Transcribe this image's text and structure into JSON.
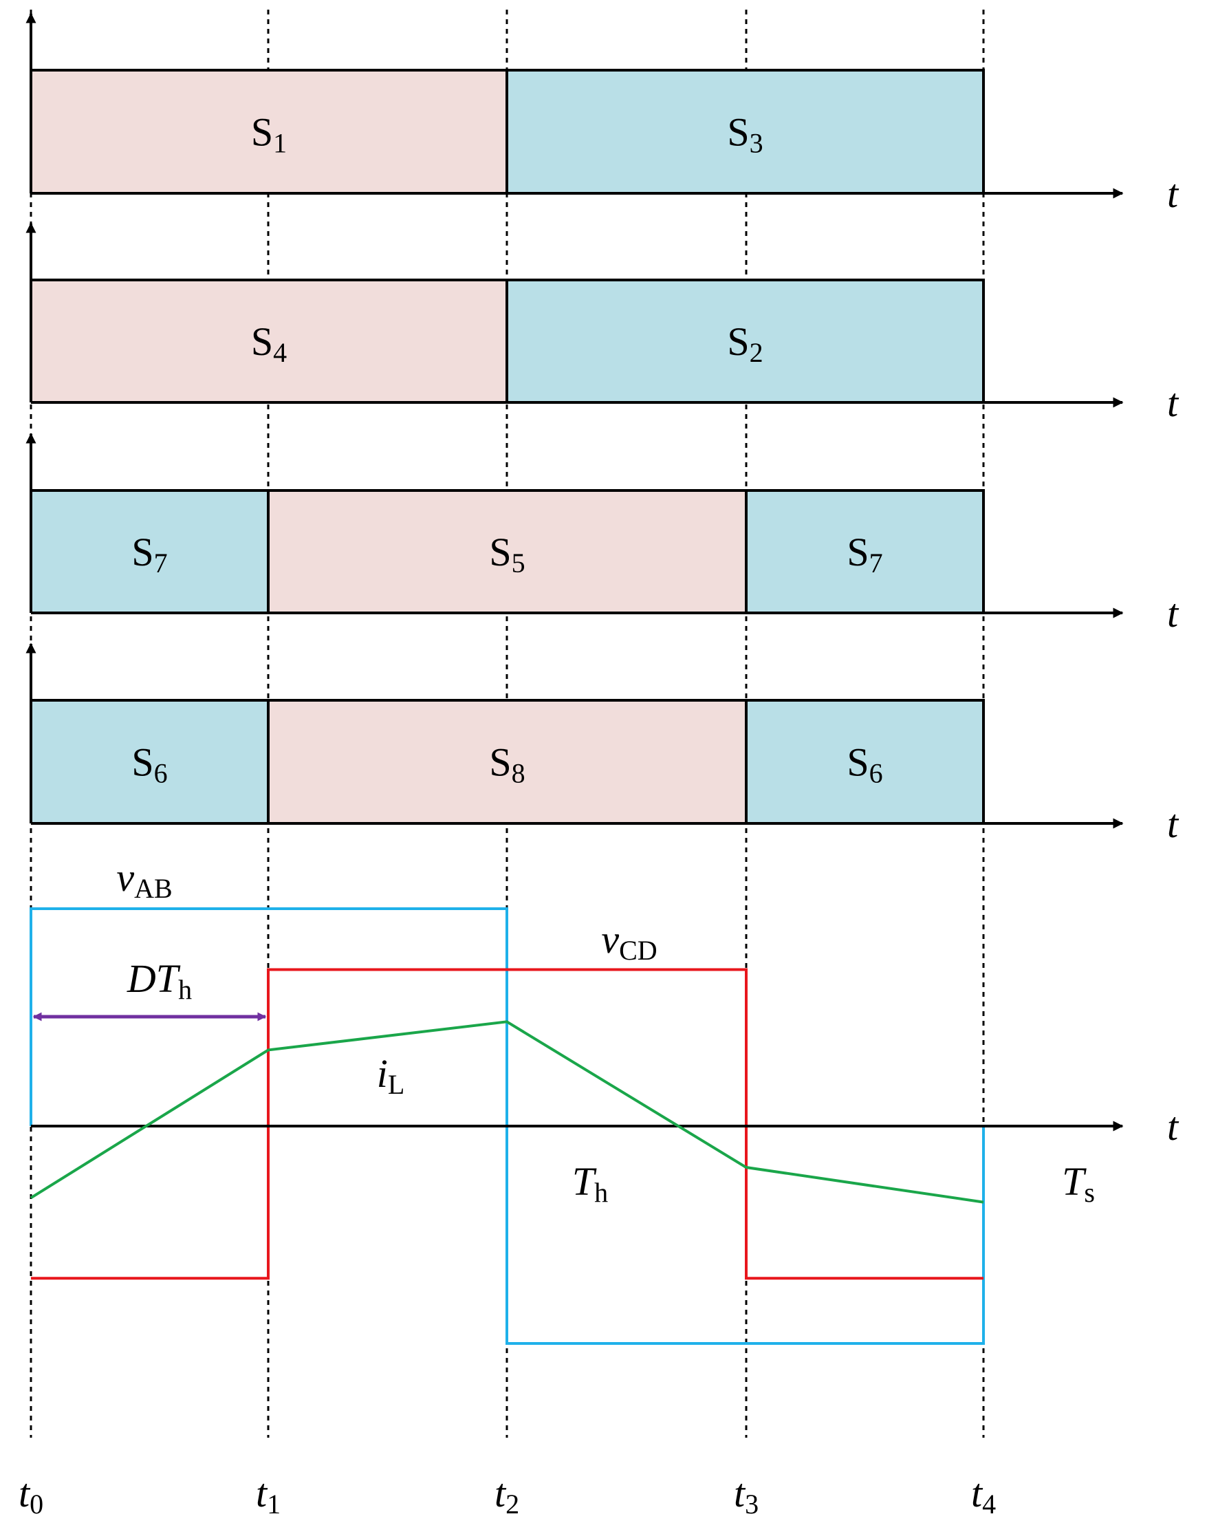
{
  "colors": {
    "pink_segment": "#f1dddb",
    "blue_segment": "#b9dfe7",
    "v_ab": "#1fb1ea",
    "v_cd": "#e8171d",
    "i_l": "#1aa64a",
    "dt_arrow": "#7030a0"
  },
  "time_axis_label": "t",
  "time_instants": [
    {
      "name": "t",
      "sub": "0"
    },
    {
      "name": "t",
      "sub": "1"
    },
    {
      "name": "t",
      "sub": "2"
    },
    {
      "name": "t",
      "sub": "3"
    },
    {
      "name": "t",
      "sub": "4"
    }
  ],
  "switch_rows": [
    {
      "segments": [
        {
          "from": 0,
          "to": 2,
          "color": "pink",
          "label": "S",
          "sub": "1"
        },
        {
          "from": 2,
          "to": 4,
          "color": "blue",
          "label": "S",
          "sub": "3"
        }
      ]
    },
    {
      "segments": [
        {
          "from": 0,
          "to": 2,
          "color": "pink",
          "label": "S",
          "sub": "4"
        },
        {
          "from": 2,
          "to": 4,
          "color": "blue",
          "label": "S",
          "sub": "2"
        }
      ]
    },
    {
      "segments": [
        {
          "from": 0,
          "to": 1,
          "color": "blue",
          "label": "S",
          "sub": "7"
        },
        {
          "from": 1,
          "to": 3,
          "color": "pink",
          "label": "S",
          "sub": "5"
        },
        {
          "from": 3,
          "to": 4,
          "color": "blue",
          "label": "S",
          "sub": "7"
        }
      ]
    },
    {
      "segments": [
        {
          "from": 0,
          "to": 1,
          "color": "blue",
          "label": "S",
          "sub": "6"
        },
        {
          "from": 1,
          "to": 3,
          "color": "pink",
          "label": "S",
          "sub": "8"
        },
        {
          "from": 3,
          "to": 4,
          "color": "blue",
          "label": "S",
          "sub": "6"
        }
      ]
    }
  ],
  "waveforms": {
    "v_ab": {
      "name": "v",
      "sub": "AB",
      "levels": [
        1,
        1,
        -1,
        -1
      ],
      "level_high": 1,
      "level_low": -1
    },
    "v_cd": {
      "name": "v",
      "sub": "CD",
      "levels": [
        -0.7,
        0.72,
        0.72,
        -0.7
      ]
    },
    "i_l": {
      "name": "i",
      "sub": "L",
      "points": [
        -0.33,
        0.35,
        0.48,
        -0.19,
        -0.35
      ]
    },
    "dt": {
      "name": "DT",
      "sub": "h",
      "from": 0,
      "to": 1
    },
    "t_h": {
      "name": "T",
      "sub": "h"
    },
    "t_s": {
      "name": "T",
      "sub": "s"
    }
  }
}
